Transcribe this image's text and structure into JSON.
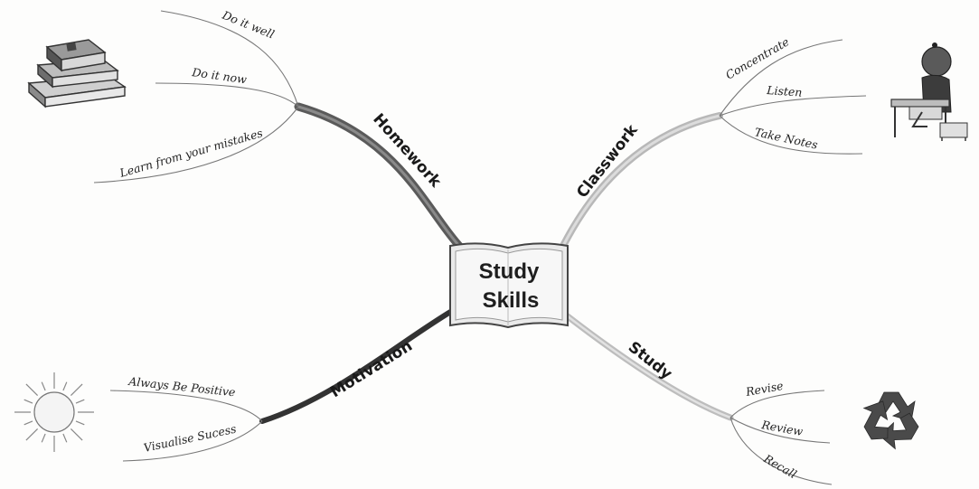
{
  "center": {
    "line1": "Study",
    "line2": "Skills"
  },
  "branches": {
    "homework": {
      "label": "Homework",
      "color": "#555555",
      "leaves": [
        "Do it well",
        "Do it now",
        "Learn from your mistakes"
      ],
      "illustration": "books-icon"
    },
    "classwork": {
      "label": "Classwork",
      "color": "#a9a9a9",
      "leaves": [
        "Concentrate",
        "Listen",
        "Take Notes"
      ],
      "illustration": "student-at-desk-icon"
    },
    "motivation": {
      "label": "Motivation",
      "color": "#3a3a3a",
      "leaves": [
        "Always Be Positive",
        "Visualise Sucess"
      ],
      "illustration": "sun-icon"
    },
    "study": {
      "label": "Study",
      "color": "#b5b5b5",
      "leaves": [
        "Revise",
        "Review",
        "Recall"
      ],
      "illustration": "recycle-icon"
    }
  }
}
